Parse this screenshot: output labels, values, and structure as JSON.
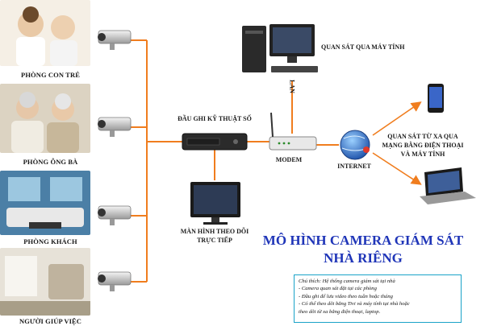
{
  "rooms": [
    {
      "label": "PHÒNG CON TRẺ"
    },
    {
      "label": "PHÒNG ÔNG BÀ"
    },
    {
      "label": "PHÒNG KHÁCH"
    },
    {
      "label": "NGƯỜI GIÚP VIỆC"
    }
  ],
  "nodes": {
    "dvr": "ĐẦU GHI KỸ THUẬT SỐ",
    "monitor": [
      "MÀN HÌNH THEO DÕI",
      "TRỰC TIẾP"
    ],
    "modem": "MODEM",
    "internet": "INTERNET",
    "pc": "QUAN SÁT QUA MÁY TÍNH",
    "lan": "LAN",
    "remote": [
      "QUAN SÁT TỪ XA QUA",
      "MẠNG BẰNG ĐIỆN THOẠI",
      "VÀ MÁY TÍNH"
    ]
  },
  "title": [
    "MÔ HÌNH CAMERA GIÁM SÁT",
    "NHÀ RIÊNG"
  ],
  "notes": [
    "Chú thích: Hệ thống camera giám sát tại nhà",
    "- Camera quan sát đặt tại các phòng",
    "- Đầu ghi để lưu video theo tuần hoặc tháng",
    "- Có thể theo dõi bằng Tivi và máy tính tại nhà hoặc",
    "theo dõi từ xa bằng điện thoại, laptop."
  ],
  "colors": {
    "line": "#f07d1e",
    "title": "#1f35b8",
    "notes_border": "#1aa3c8",
    "arrow": "#f07d1e"
  }
}
